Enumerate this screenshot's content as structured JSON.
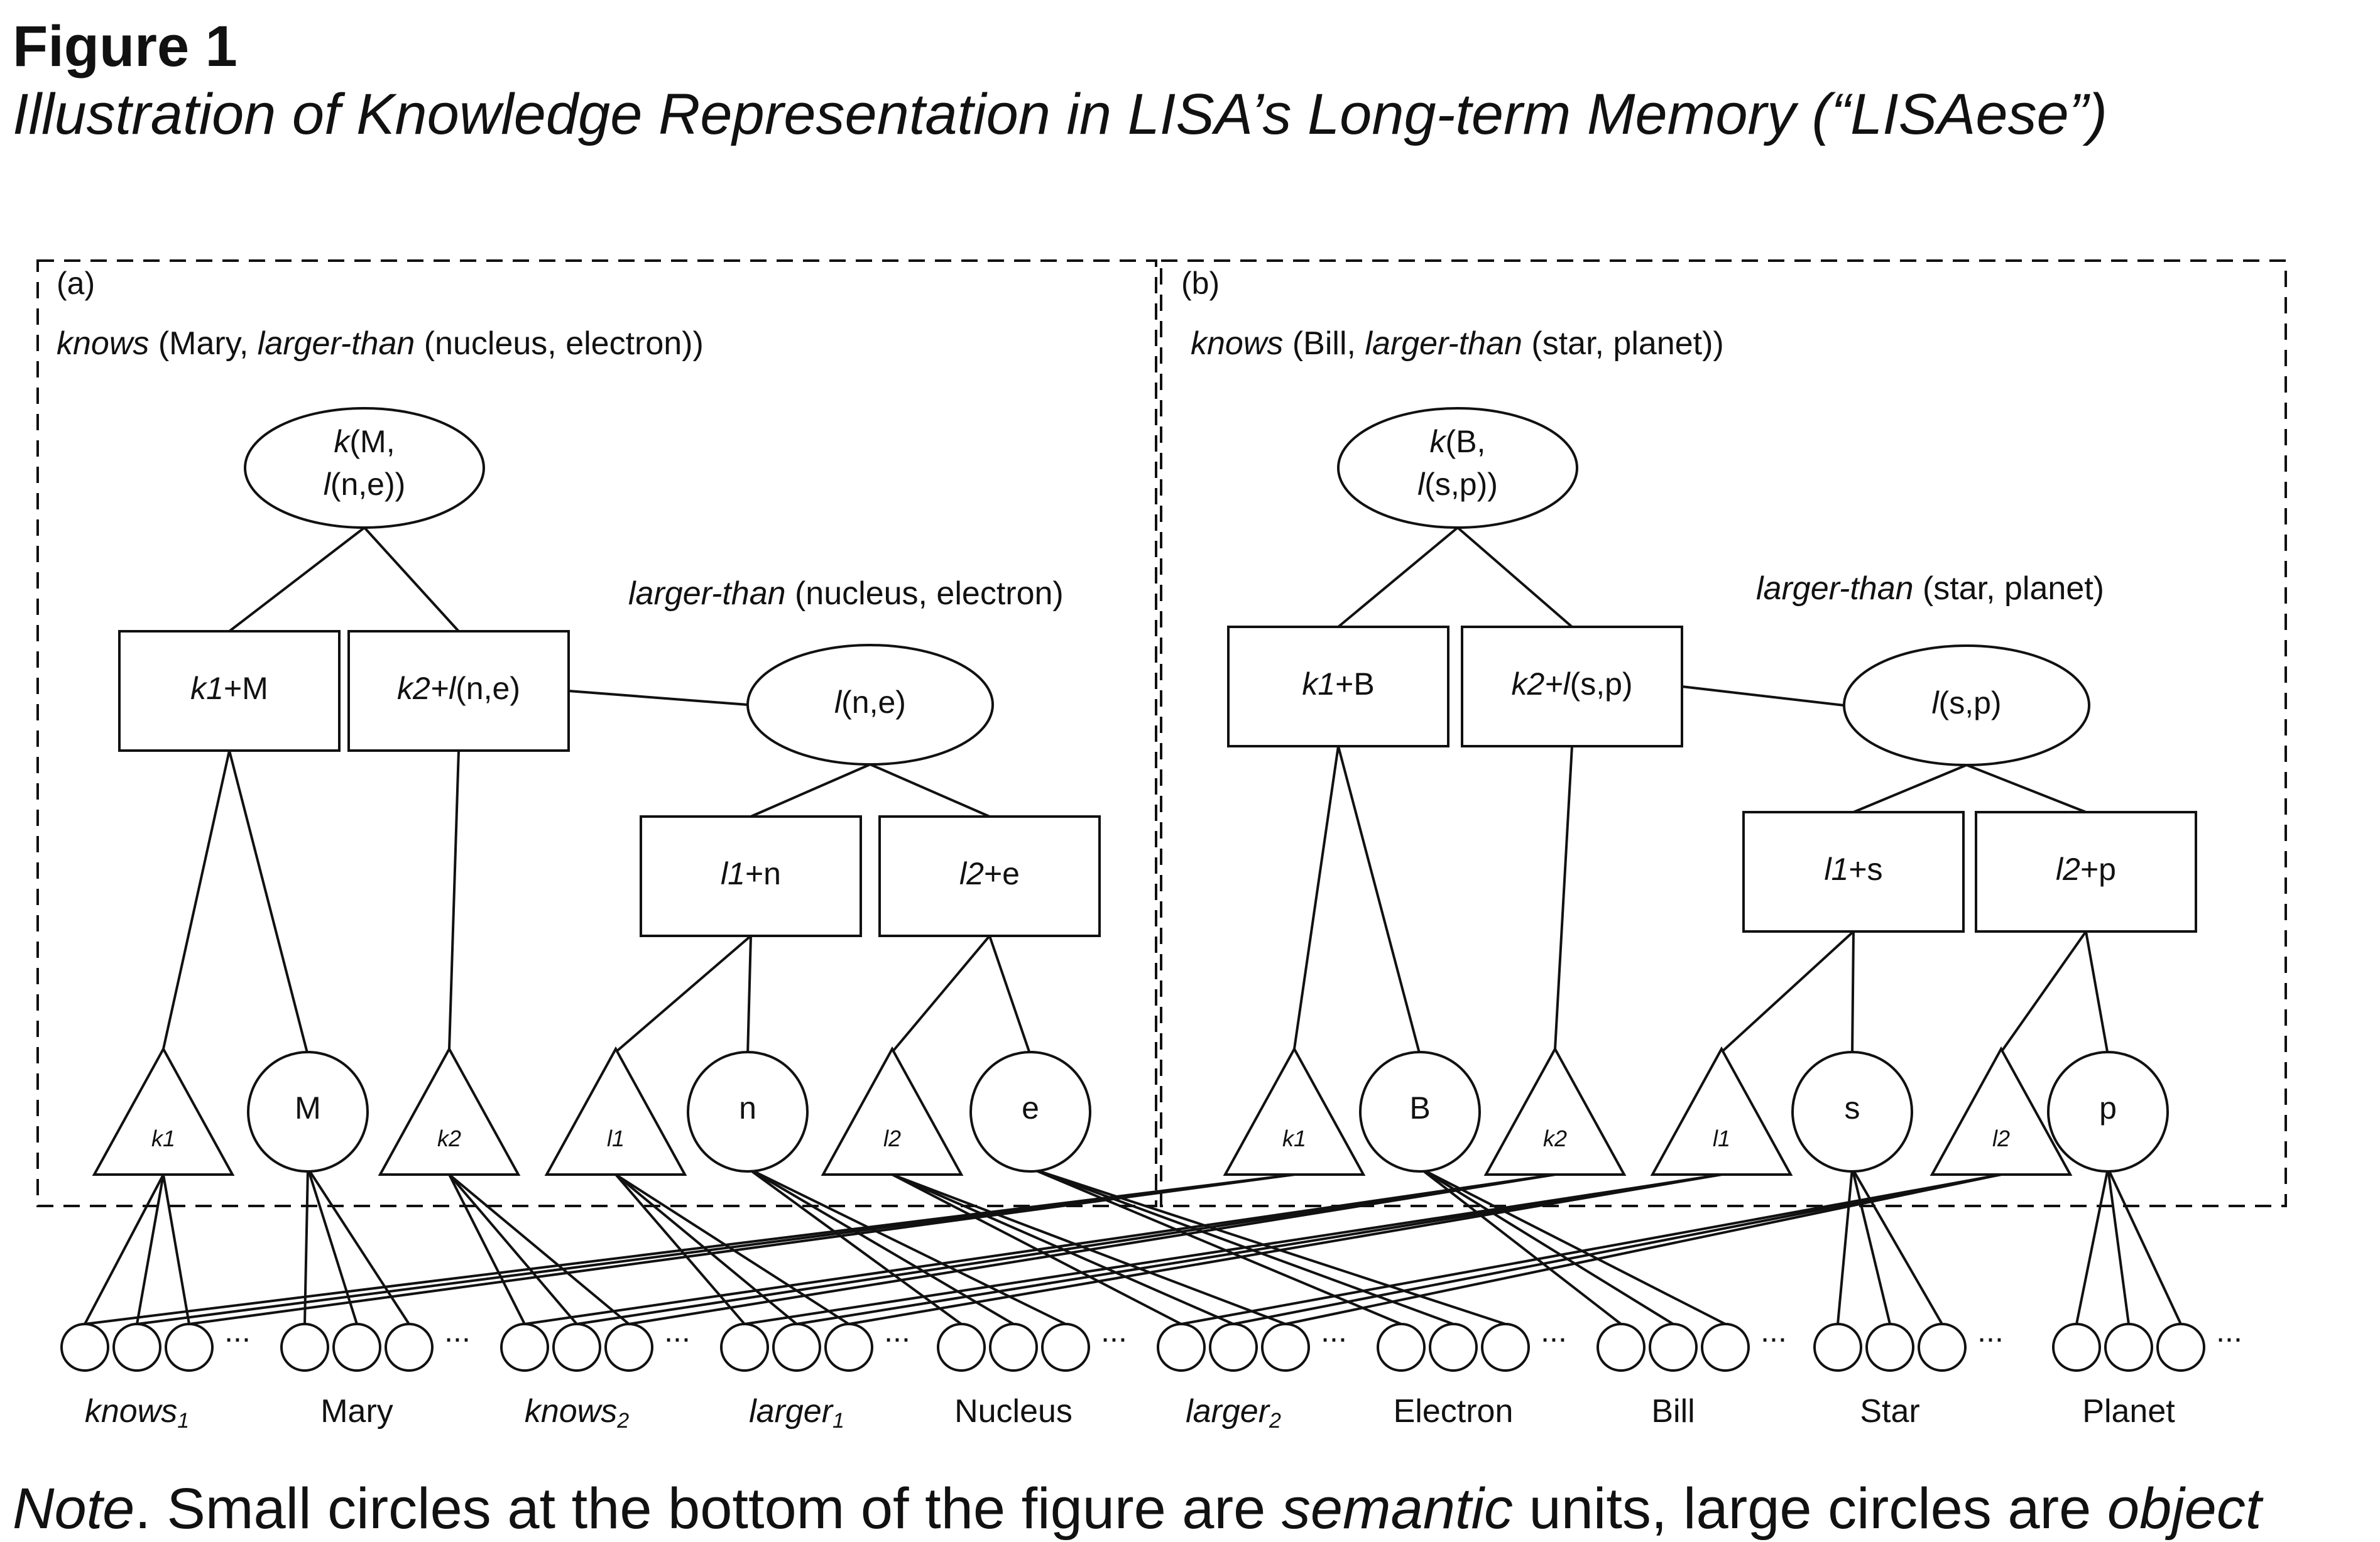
{
  "figure_label": "Figure 1",
  "figure_title": "Illustration of Knowledge Representation in LISA’s Long-term Memory (“LISAese”)",
  "panels": [
    {
      "id": "a",
      "label": "(a)",
      "proposition_predicate": "knows",
      "proposition_rest_1": " (Mary, ",
      "proposition_inner_predicate": "larger-than",
      "proposition_rest_2": " (nucleus, electron))",
      "p_unit": {
        "line1_italic": "k",
        "line1_rest": "(M,",
        "line2_italic": "l",
        "line2_rest": "(n,e))"
      },
      "sp_left": {
        "italic": "k1",
        "rest": "+M"
      },
      "sp_right": {
        "italic": "k2+l",
        "rest": "(n,e)"
      },
      "sub_caption_predicate": "larger-than",
      "sub_caption_rest": " (nucleus, electron)",
      "sub_p_unit": {
        "italic": "l",
        "rest": "(n,e)"
      },
      "sub_sp_left": {
        "italic": "l1",
        "rest": "+n"
      },
      "sub_sp_right": {
        "italic": "l2",
        "rest": "+e"
      },
      "predicates": [
        "k1",
        "k2",
        "l1",
        "l2"
      ],
      "objects": [
        "M",
        "n",
        "e"
      ]
    },
    {
      "id": "b",
      "label": "(b)",
      "proposition_predicate": "knows",
      "proposition_rest_1": " (Bill, ",
      "proposition_inner_predicate": "larger-than",
      "proposition_rest_2": " (star, planet))",
      "p_unit": {
        "line1_italic": "k",
        "line1_rest": "(B,",
        "line2_italic": "l",
        "line2_rest": "(s,p))"
      },
      "sp_left": {
        "italic": "k1",
        "rest": "+B"
      },
      "sp_right": {
        "italic": "k2+l",
        "rest": "(s,p)"
      },
      "sub_caption_predicate": "larger-than",
      "sub_caption_rest": " (star, planet)",
      "sub_p_unit": {
        "italic": "l",
        "rest": "(s,p)"
      },
      "sub_sp_left": {
        "italic": "l1",
        "rest": "+s"
      },
      "sub_sp_right": {
        "italic": "l2",
        "rest": "+p"
      },
      "predicates": [
        "k1",
        "k2",
        "l1",
        "l2"
      ],
      "objects": [
        "B",
        "s",
        "p"
      ]
    }
  ],
  "semantic_groups": [
    {
      "label": "knows",
      "subscript": "1",
      "italic": true
    },
    {
      "label": "Mary",
      "subscript": "",
      "italic": false
    },
    {
      "label": "knows",
      "subscript": "2",
      "italic": true
    },
    {
      "label": "larger",
      "subscript": "1",
      "italic": true
    },
    {
      "label": "Nucleus",
      "subscript": "",
      "italic": false
    },
    {
      "label": "larger",
      "subscript": "2",
      "italic": true
    },
    {
      "label": "Electron",
      "subscript": "",
      "italic": false
    },
    {
      "label": "Bill",
      "subscript": "",
      "italic": false
    },
    {
      "label": "Star",
      "subscript": "",
      "italic": false
    },
    {
      "label": "Planet",
      "subscript": "",
      "italic": false
    }
  ],
  "ellipsis": "...",
  "note": {
    "lead": "Note",
    "text1": ". Small circles at the bottom of the figure are ",
    "em1": "semantic",
    "text2": " units, large circles are ",
    "em2": "object"
  }
}
